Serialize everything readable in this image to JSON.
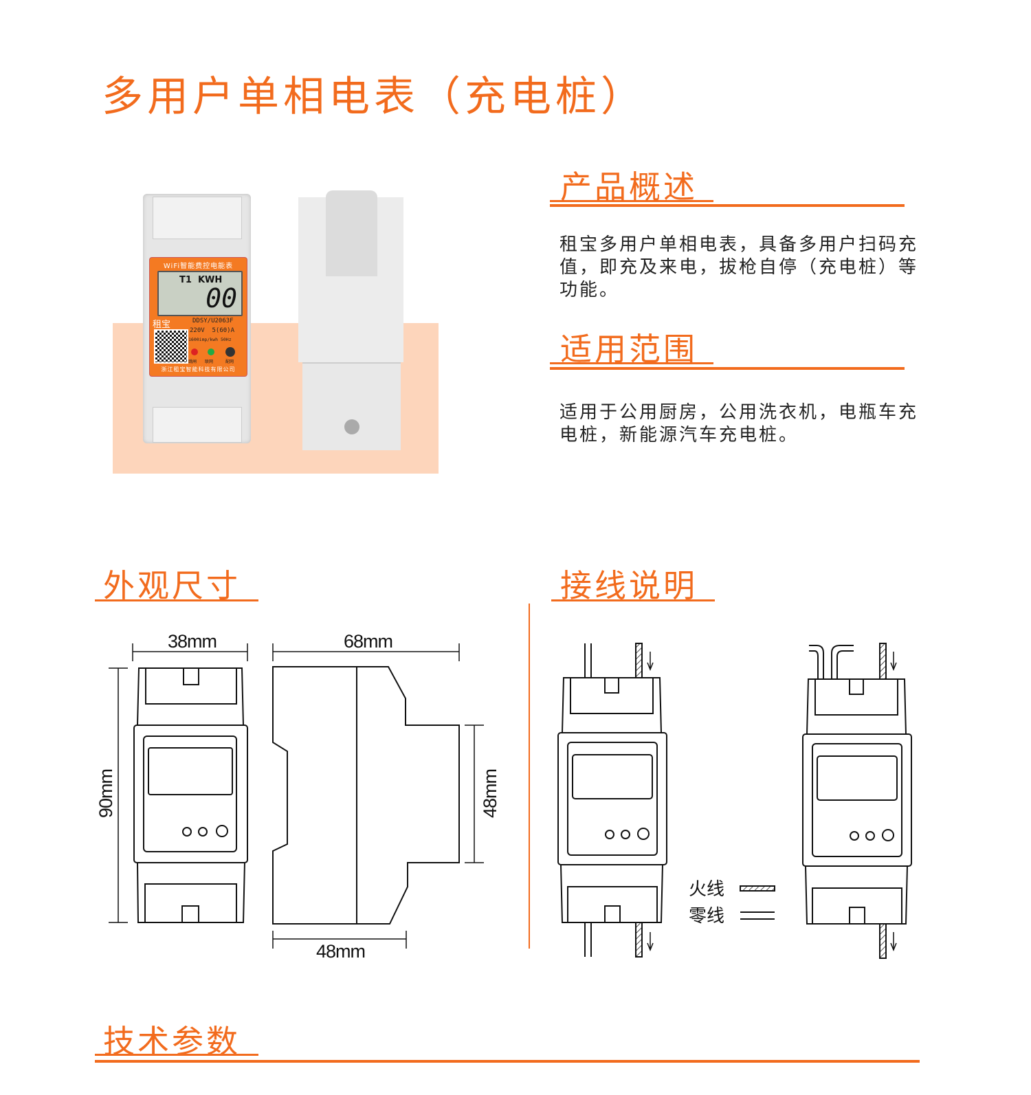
{
  "page_title": "多用户单相电表（充电桩）",
  "sections": {
    "overview": {
      "heading": "产品概述",
      "text": "租宝多用户单相电表，具备多用户扫码充值，即充及来电，拔枪自停（充电桩）等功能。"
    },
    "scope": {
      "heading": "适用范围",
      "text": "适用于公用厨房，公用洗衣机，电瓶车充电桩，新能源汽车充电桩。"
    },
    "dimensions": {
      "heading": "外观尺寸",
      "width_label": "38mm",
      "depth_label": "68mm",
      "height_label": "90mm",
      "step_label": "48mm",
      "bottom_label": "48mm"
    },
    "wiring": {
      "heading": "接线说明",
      "legend": [
        {
          "label": "火线",
          "style": "hatched"
        },
        {
          "label": "零线",
          "style": "double-line"
        }
      ]
    },
    "specs": {
      "heading": "技术参数"
    }
  },
  "product_photo": {
    "panel_title": "WiFi智能费控电能表",
    "lcd_line1": "T1  KWH",
    "lcd_value": "00",
    "brand": "租宝",
    "model": "DDSY/U2063F",
    "rating": "220V  5(60)A",
    "constant": "1600imp/kwh 50Hz",
    "led_labels": [
      "跳闸",
      "联网",
      "配网"
    ],
    "manufacturer": "浙江租宝智能科技有限公司"
  },
  "colors": {
    "accent": "#f26b1d",
    "photo_bg": "#fdd5bb"
  }
}
